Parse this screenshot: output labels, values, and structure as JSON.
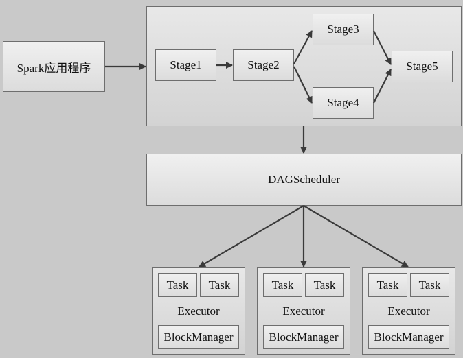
{
  "diagram": {
    "app": "Spark应用程序",
    "stages": [
      "Stage1",
      "Stage2",
      "Stage3",
      "Stage4",
      "Stage5"
    ],
    "scheduler": "DAGScheduler",
    "executors": [
      {
        "tasks": [
          "Task",
          "Task"
        ],
        "label": "Executor",
        "manager": "BlockManager"
      },
      {
        "tasks": [
          "Task",
          "Task"
        ],
        "label": "Executor",
        "manager": "BlockManager"
      },
      {
        "tasks": [
          "Task",
          "Task"
        ],
        "label": "Executor",
        "manager": "BlockManager"
      }
    ]
  }
}
